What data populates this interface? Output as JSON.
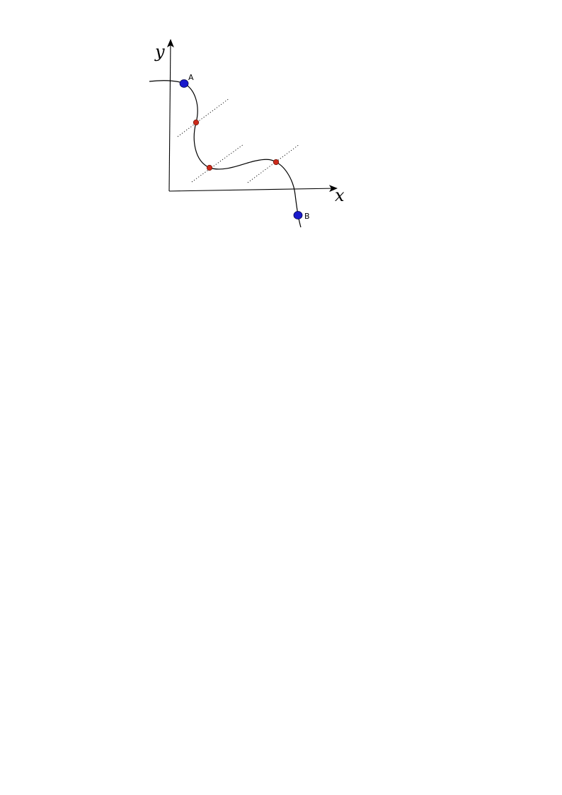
{
  "axes": {
    "x_label": "x",
    "y_label": "y"
  },
  "points": {
    "endpoints": [
      {
        "label": "A"
      },
      {
        "label": "B"
      }
    ],
    "intersection_count": 3
  },
  "guide_line_count": 3,
  "colors": {
    "endpoint_fill": "#1a1acc",
    "intersection_fill": "#cc2a1a",
    "stroke": "#000000"
  }
}
